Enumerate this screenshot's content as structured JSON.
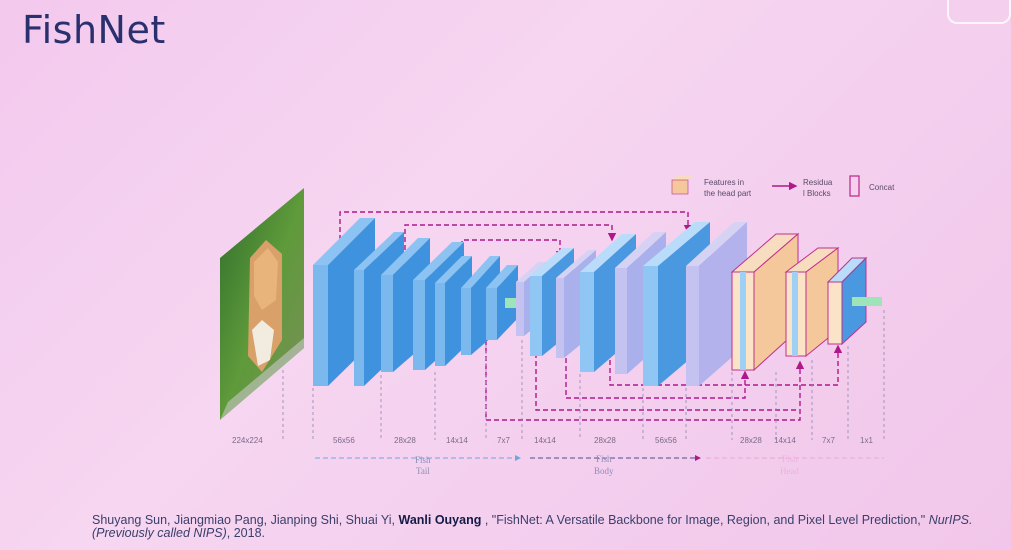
{
  "slide": {
    "title": "FishNet"
  },
  "legend": {
    "features_line1": "Features in",
    "features_line2": "the head part",
    "residual_line1": "Residua",
    "residual_line2": "l Blocks",
    "concat": "Concat"
  },
  "resolutions": [
    "224x224",
    "56x56",
    "28x28",
    "14x14",
    "7x7",
    "14x14",
    "28x28",
    "56x56",
    "28x28",
    "14x14",
    "7x7",
    "1x1"
  ],
  "stages": {
    "tail_line1": "Fish",
    "tail_line2": "Tail",
    "body_line1": "Fish",
    "body_line2": "Body",
    "head_line1": "Fish",
    "head_line2": "Head"
  },
  "colors": {
    "tail_block": "#5aa8e8",
    "body_block": "#b9b6ea",
    "head_feature": "#f4c89a",
    "arrow": "#b0188a",
    "concat_border": "#c0308f"
  },
  "citation": {
    "authors": "Shuyang Sun, Jiangmiao Pang, Jianping Shi, Shuai Yi,",
    "highlight_author": "Wanli Ouyang",
    "title_part": ", \"FishNet: A Versatile Backbone for Image, Region, and Pixel Level Prediction,\"",
    "venue": "NurIPS. (Previously called NIPS)",
    "year": ", 2018."
  }
}
